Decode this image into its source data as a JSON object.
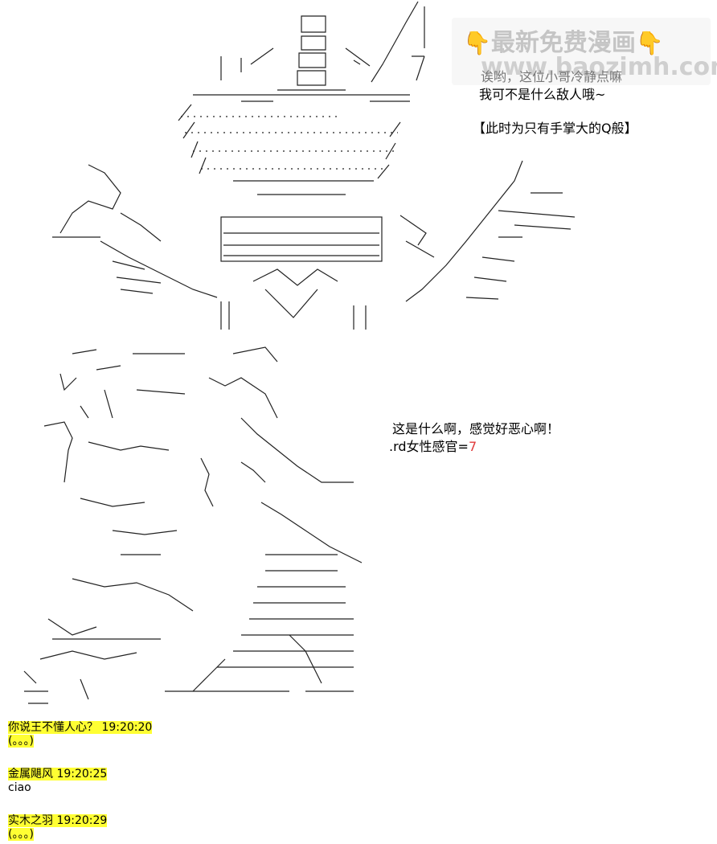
{
  "watermark": {
    "line1": "最新免费漫画",
    "line2": "www.baozimh.com",
    "icon_left": "pointing-down-hand-icon",
    "icon_right": "pointing-down-hand-icon",
    "icon_color": "#f2b318"
  },
  "dialogue": {
    "line1": "诶哟，这位小哥冷静点嘛",
    "line2": "我可不是什么敌人哦~",
    "line3": "【此时为只有手掌大的Q般】",
    "line4": "这是什么啊，感觉好恶心啊！",
    "line5_prefix": ".rd女性感官=",
    "line5_value": "7",
    "line5_value_color": "#e03a3a"
  },
  "comments": [
    {
      "user": "你说王不懂人心？",
      "time": "19:20:20",
      "text": "(。。。)"
    },
    {
      "user": "金属飓风",
      "time": "19:20:25",
      "text": "ciao"
    },
    {
      "user": "实木之羽",
      "time": "19:20:29",
      "text": "(。。。)"
    }
  ],
  "colors": {
    "highlight": "#ffff33",
    "background": "#ffffff"
  }
}
